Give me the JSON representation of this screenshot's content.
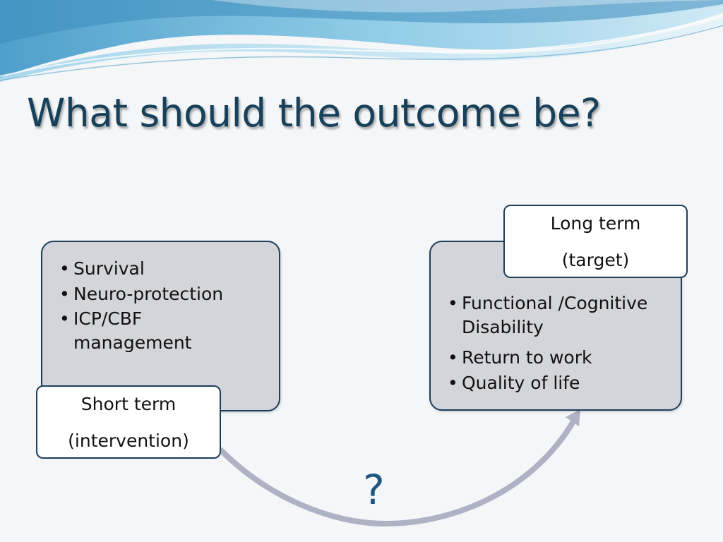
{
  "slide": {
    "title": "What should the outcome be?",
    "short_term": {
      "bullets": [
        "Survival",
        "Neuro-protection",
        "ICP/CBF management"
      ],
      "label_line1": "Short term",
      "label_line2": "(intervention)"
    },
    "long_term": {
      "bullets": [
        "Functional /Cognitive Disability",
        "Return to work",
        "Quality of life"
      ],
      "label_line1": "Long term",
      "label_line2": "(target)"
    },
    "connector_text": "?"
  },
  "colors": {
    "title": "#17405a",
    "card_fill": "#d4d5db",
    "card_border": "#1d3f5b",
    "arrow": "#aeb2c4",
    "question_mark": "#1c5880"
  }
}
